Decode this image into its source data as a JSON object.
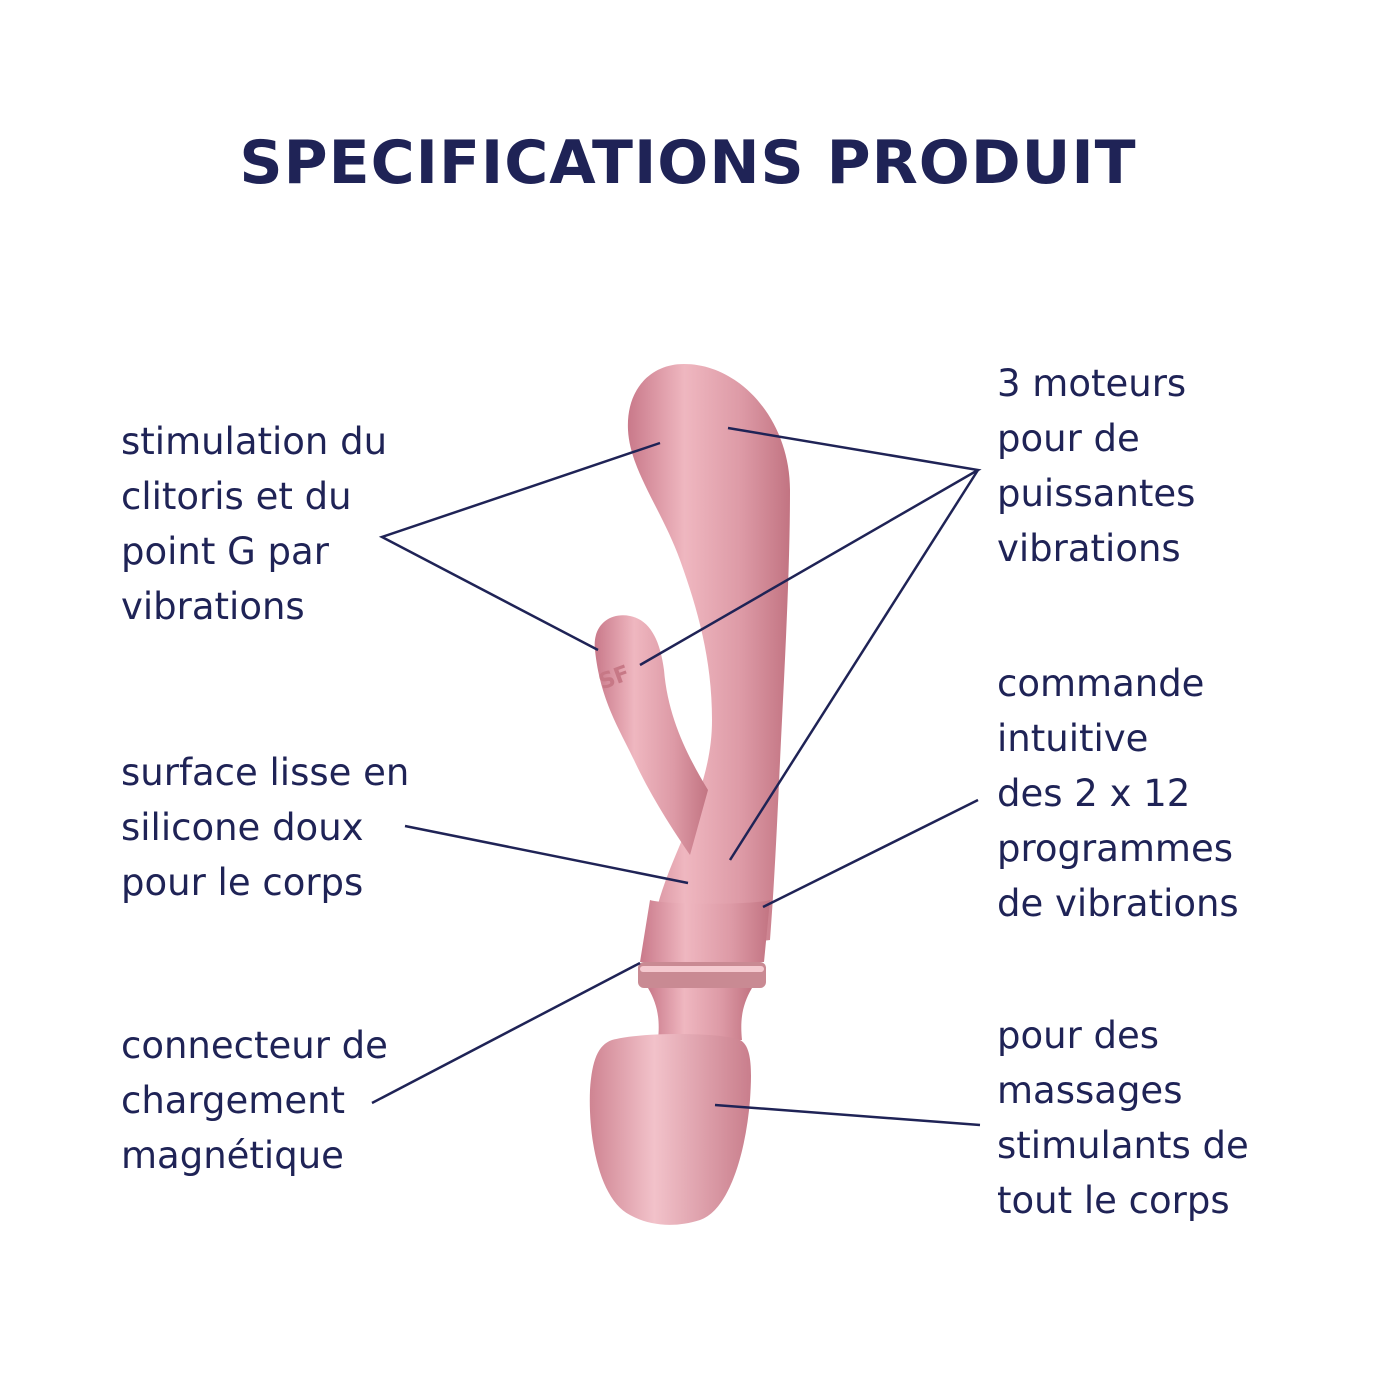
{
  "title": "SPECIFICATIONS PRODUIT",
  "colors": {
    "text": "#1f2356",
    "callout_line": "#1f2356",
    "product_body": "#d98e9c",
    "product_highlight": "#f0bfc7",
    "product_shadow": "#c27482",
    "band": "#c98a93"
  },
  "product": {
    "type": "rabbit-wand-vibrator",
    "logo_icon": "satisfyer-logo-icon"
  },
  "features": [
    {
      "id": "clitoral-g-spot",
      "text": "stimulation du\nclitoris et du\npoint G par\nvibrations"
    },
    {
      "id": "motors",
      "text": "3 moteurs\npour de\npuissantes\nvibrations"
    },
    {
      "id": "silicone-surface",
      "text": "surface lisse en\nsilicone doux\npour le corps"
    },
    {
      "id": "controls",
      "text": "commande\nintuitive\ndes 2 x 12\nprogrammes\nde vibrations"
    },
    {
      "id": "magnetic-charging",
      "text": "connecteur de\nchargement\nmagnétique"
    },
    {
      "id": "body-massage",
      "text": "pour des\nmassages\nstimulants de\ntout le corps"
    }
  ]
}
